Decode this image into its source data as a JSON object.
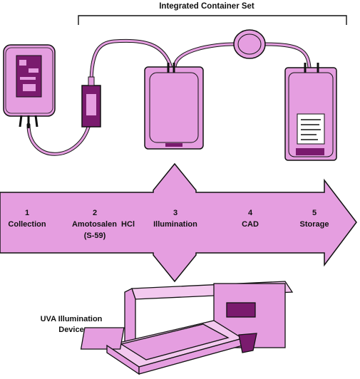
{
  "header": {
    "title": "Integrated Container Set"
  },
  "steps": [
    {
      "number": "1",
      "label": "Collection"
    },
    {
      "number": "2",
      "label": "Amotosalen  HCl",
      "sublabel": "(S-59)"
    },
    {
      "number": "3",
      "label": "Illumination"
    },
    {
      "number": "4",
      "label": "CAD"
    },
    {
      "number": "5",
      "label": "Storage"
    }
  ],
  "device": {
    "label_line1": "UVA Illumination",
    "label_line2": "Device"
  },
  "colors": {
    "fill": "#e59ee0",
    "dark": "#7a1b6e",
    "outline": "#1a1a1a"
  }
}
